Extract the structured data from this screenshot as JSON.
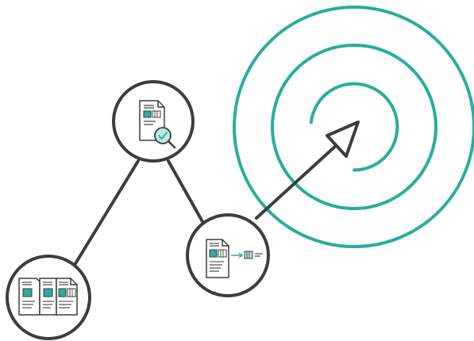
{
  "colors": {
    "background": "#ffffff",
    "outline": "#3d3d3d",
    "accent": "#2aaca0",
    "accent_light": "#bfe6e1",
    "paper": "#ffffff"
  },
  "nodes": [
    {
      "id": "document-review",
      "icon": "document-magnifier-check-icon"
    },
    {
      "id": "split-documents",
      "icon": "open-binder-documents-icon"
    },
    {
      "id": "data-extraction",
      "icon": "document-extract-arrow-icon"
    }
  ],
  "target": {
    "rings": 3,
    "icon": "target-rings-icon"
  }
}
